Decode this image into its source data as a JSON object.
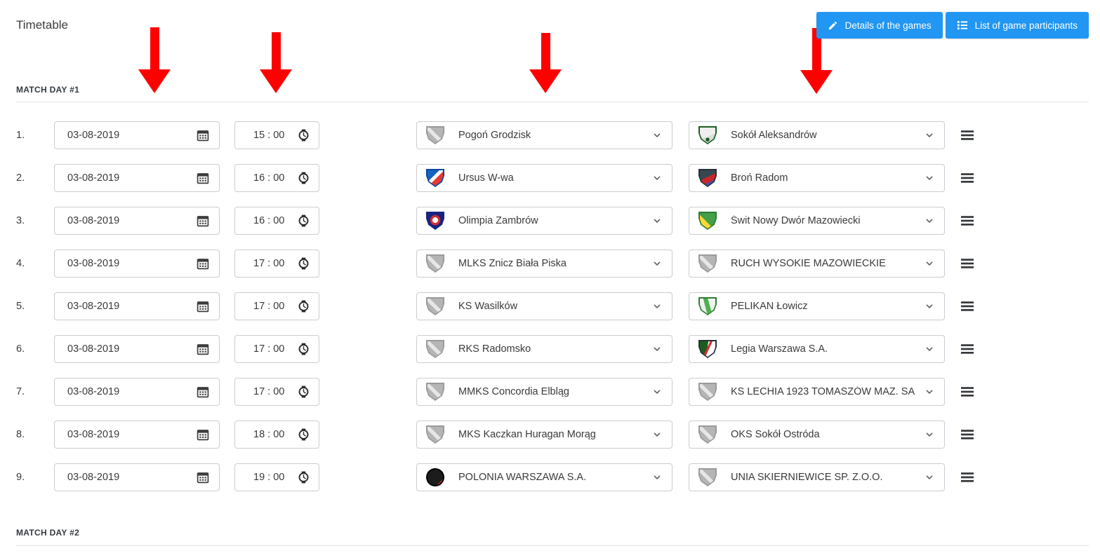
{
  "page": {
    "title": "Timetable"
  },
  "toolbar": {
    "details_button_label": "Details of the games",
    "participants_button_label": "List of game participants",
    "accent_color": "#2196f3"
  },
  "icons": {
    "details_button": "pencil-icon",
    "participants_button": "list-icon",
    "date_field": "calendar-icon",
    "time_field": "clock-icon",
    "team_select": "chevron-down-icon",
    "row_reorder": "drag-handle-icon"
  },
  "decorations": {
    "annotation_arrow_color": "#ff0000",
    "annotation_arrow_count": 4
  },
  "sections": {
    "day1_label": "MATCH DAY #1",
    "day2_label": "MATCH DAY #2"
  },
  "timetable": {
    "rows": [
      {
        "index": "1.",
        "date": "03-08-2019",
        "time": "15 : 00",
        "home": {
          "name": "Pogoń Grodzisk",
          "crest": "placeholder"
        },
        "away": {
          "name": "Sokół Aleksandrów",
          "crest": "sokol-aleksandrow"
        }
      },
      {
        "index": "2.",
        "date": "03-08-2019",
        "time": "16 : 00",
        "home": {
          "name": "Ursus W-wa",
          "crest": "ursus"
        },
        "away": {
          "name": "Broń Radom",
          "crest": "bron-radom"
        }
      },
      {
        "index": "3.",
        "date": "03-08-2019",
        "time": "16 : 00",
        "home": {
          "name": "Olimpia Zambrów",
          "crest": "olimpia-zambrow"
        },
        "away": {
          "name": "Świt Nowy Dwór Mazowiecki",
          "crest": "swit-ndm"
        }
      },
      {
        "index": "4.",
        "date": "03-08-2019",
        "time": "17 : 00",
        "home": {
          "name": "MLKS Znicz Biała Piska",
          "crest": "placeholder"
        },
        "away": {
          "name": "RUCH WYSOKIE MAZOWIECKIE",
          "crest": "placeholder"
        }
      },
      {
        "index": "5.",
        "date": "03-08-2019",
        "time": "17 : 00",
        "home": {
          "name": "KS Wasilków",
          "crest": "placeholder"
        },
        "away": {
          "name": "PELIKAN Łowicz",
          "crest": "pelikan"
        }
      },
      {
        "index": "6.",
        "date": "03-08-2019",
        "time": "17 : 00",
        "home": {
          "name": "RKS Radomsko",
          "crest": "placeholder"
        },
        "away": {
          "name": "Legia Warszawa S.A.",
          "crest": "legia"
        }
      },
      {
        "index": "7.",
        "date": "03-08-2019",
        "time": "17 : 00",
        "home": {
          "name": "MMKS Concordia Elbląg",
          "crest": "placeholder"
        },
        "away": {
          "name": "KS LECHIA 1923 TOMASZÓW MAZ. SA",
          "crest": "placeholder"
        }
      },
      {
        "index": "8.",
        "date": "03-08-2019",
        "time": "18 : 00",
        "home": {
          "name": "MKS Kaczkan Huragan Morąg",
          "crest": "placeholder"
        },
        "away": {
          "name": "OKS Sokół Ostróda",
          "crest": "placeholder"
        }
      },
      {
        "index": "9.",
        "date": "03-08-2019",
        "time": "19 : 00",
        "home": {
          "name": "POLONIA WARSZAWA S.A.",
          "crest": "polonia"
        },
        "away": {
          "name": "UNIA SKIERNIEWICE SP. Z.O.O.",
          "crest": "placeholder"
        }
      }
    ]
  }
}
